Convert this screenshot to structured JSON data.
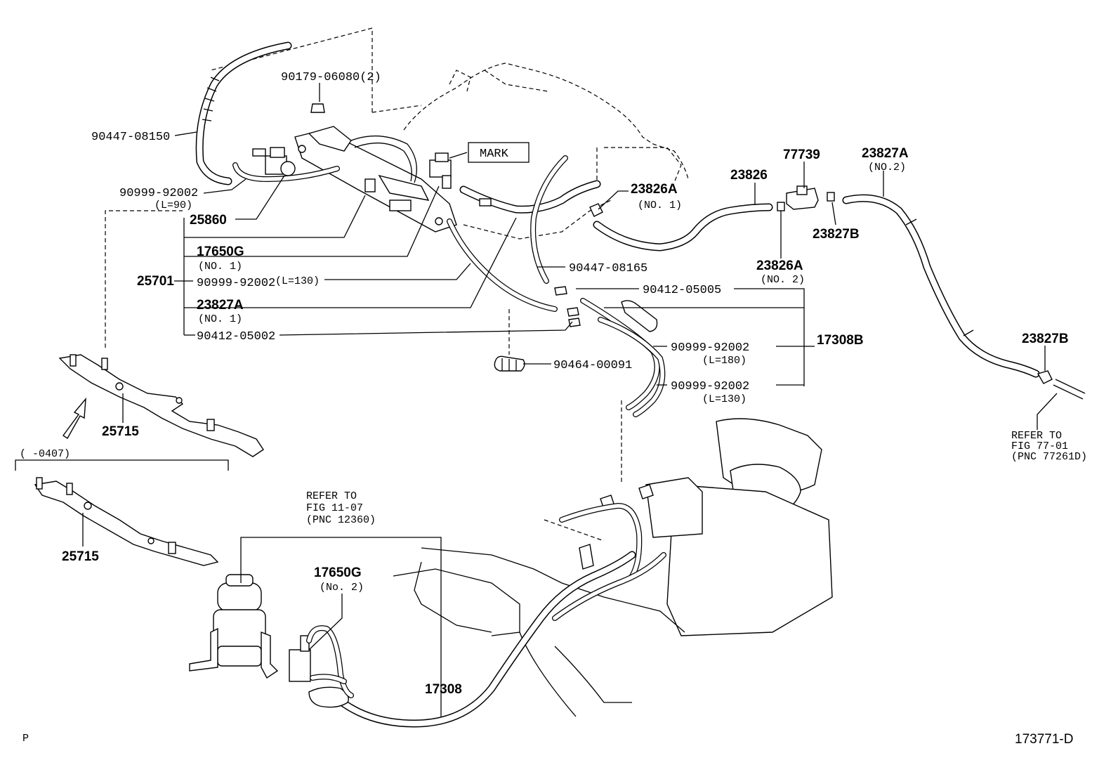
{
  "diagram": {
    "labels": {
      "p_90179": "90179-06080(2)",
      "p_90447_08150": "90447-08150",
      "mark": "MARK",
      "p_90999_l90": "90999-92002",
      "l90": "(L=90)",
      "p_25860": "25860",
      "p_17650g_1": "17650G",
      "no1_a": "(NO. 1)",
      "p_25701": "25701",
      "p_90999_l130": "90999-92002",
      "l130": "(L=130)",
      "p_23827a_1": "23827A",
      "no1_b": "(NO. 1)",
      "p_90412_05002": "90412-05002",
      "p_23826a_1": "23826A",
      "no1_c": "(NO. 1)",
      "p_23826": "23826",
      "p_77739": "77739",
      "p_23827a_2": "23827A",
      "no2_a": "(NO.2)",
      "p_23827b_top": "23827B",
      "p_23826a_2": "23826A",
      "no2_b": "(NO. 2)",
      "p_90447_08165": "90447-08165",
      "p_90412_05005": "90412-05005",
      "p_17308b": "17308B",
      "p_90999_l180": "90999-92002",
      "l180": "(L=180)",
      "p_90999_l130b": "90999-92002",
      "l130b": "(L=130)",
      "p_90464": "90464-00091",
      "p_23827b_right": "23827B",
      "refer_77_1": "REFER TO",
      "refer_77_2": "FIG 77-01",
      "refer_77_3": "(PNC 77261D)",
      "p_25715_top": "25715",
      "range_0407": "(   -0407)",
      "p_25715_bot": "25715",
      "refer_11_1": "REFER TO",
      "refer_11_2": "FIG 11-07",
      "refer_11_3": "(PNC 12360)",
      "p_17650g_2": "17650G",
      "no2_c": "(No. 2)",
      "p_17308": "17308",
      "corner_p": "P",
      "figure_id": "173771-D"
    }
  }
}
